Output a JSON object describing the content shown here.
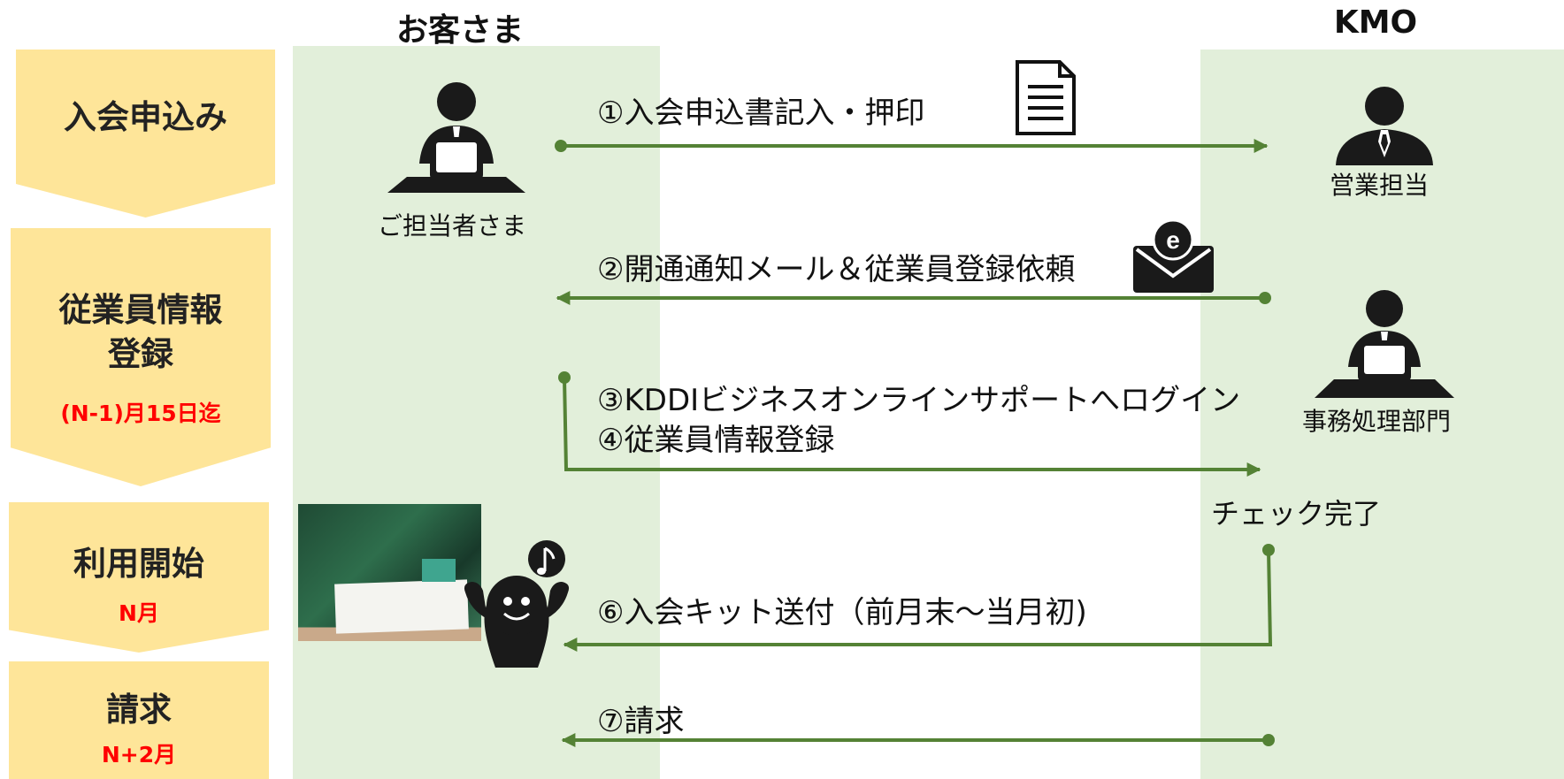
{
  "columns": {
    "customer": "お客さま",
    "kmo": "KMO"
  },
  "steps": [
    {
      "title": "入会申込み",
      "note": ""
    },
    {
      "title": "従業員情報登録",
      "title_line1": "従業員情報",
      "title_line2": "登録",
      "note": "(N-1)月15日迄"
    },
    {
      "title": "利用開始",
      "note": "N月"
    },
    {
      "title": "請求",
      "note": "N+2月"
    }
  ],
  "actors": {
    "customer_person": "ご担当者さま",
    "sales": "営業担当",
    "office": "事務処理部門"
  },
  "messages": {
    "m1": "①入会申込書記入・押印",
    "m2": "②開通通知メール＆従業員登録依頼",
    "m3": "③KDDIビジネスオンラインサポートへログイン",
    "m4": "④従業員情報登録",
    "check": "チェック完了",
    "m6": "⑥入会キット送付（前月末～当月初)",
    "m7": "⑦請求"
  },
  "icons": [
    "document-icon",
    "email-icon",
    "person-desk-icon",
    "person-icon",
    "happy-person-icon",
    "music-note-icon"
  ],
  "colors": {
    "lane": "#e2efda",
    "step": "#fee599",
    "arrow": "#548235",
    "note": "#ff0000"
  }
}
